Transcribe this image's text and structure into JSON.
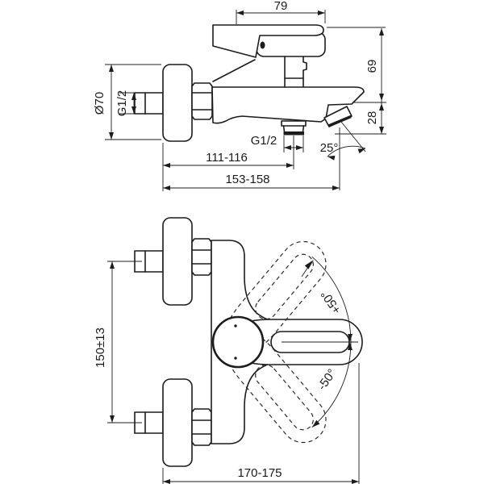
{
  "drawing_type": "bath-shower-mixer-installation-dimensions",
  "colors": {
    "line": "#1c1c1c",
    "background": "#ffffff"
  },
  "side_view": {
    "handle_length": "79",
    "height_to_handle": "69",
    "spout_drop": "28",
    "flange_diameter": "Ø70",
    "inlet_thread": "G1/2",
    "outlet_thread": "G1/2",
    "spout_angle": "25°",
    "wall_to_outlet": "111-116",
    "wall_to_spout": "153-158"
  },
  "front_view": {
    "inlet_spacing": "150±13",
    "swing_up": "+50°",
    "swing_down": "-50°",
    "overall_width": "170-175"
  }
}
